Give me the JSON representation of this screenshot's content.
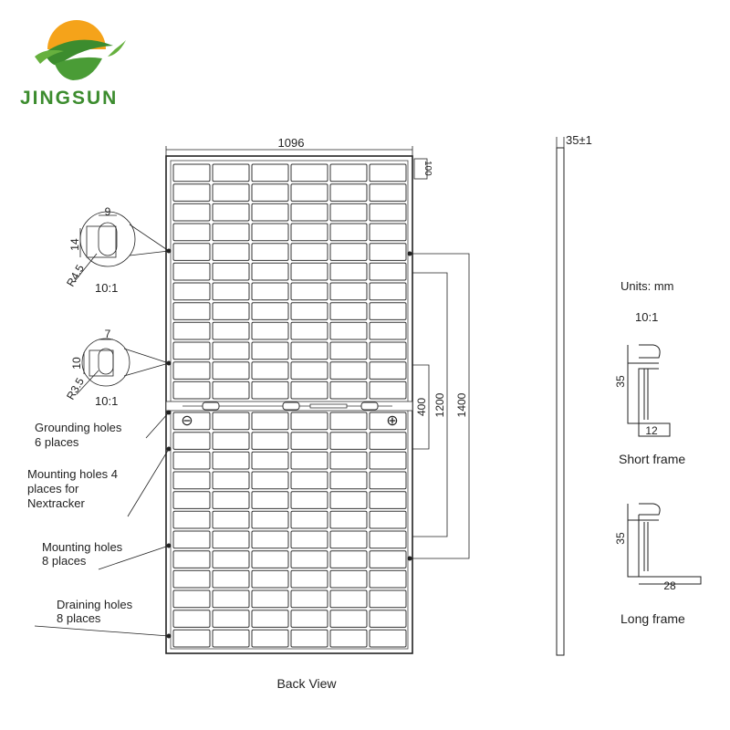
{
  "logo": {
    "brand": "JINGSUN",
    "icon": "sun-leaf-logo",
    "colors": {
      "sun": "#f5a31a",
      "leaf": "#3c8c2e"
    }
  },
  "diagram": {
    "width_label": "1096",
    "corner_label": "100",
    "thickness_label": "35±1",
    "dim_400": "400",
    "dim_1200": "1200",
    "dim_1400": "1400",
    "detail1": {
      "w": "9",
      "h": "14",
      "r": "R4.5",
      "scale": "10:1"
    },
    "detail2": {
      "w": "7",
      "h": "10",
      "r": "R3.5",
      "scale": "10:1"
    },
    "callouts": {
      "grounding_1": "Grounding holes",
      "grounding_2": "6 places",
      "mount_nx_1": "Mounting holes 4",
      "mount_nx_2": "places for",
      "mount_nx_3": "Nextracker",
      "mount_1": "Mounting holes",
      "mount_2": "8 places",
      "drain_1": "Draining holes",
      "drain_2": "8 places"
    },
    "minus_symbol": "⊖",
    "plus_symbol": "⊕",
    "units": "Units: mm",
    "frame_scale": "10:1",
    "short_frame": {
      "height": "35",
      "width": "12",
      "label": "Short frame"
    },
    "long_frame": {
      "height": "35",
      "width": "28",
      "label": "Long frame"
    },
    "view_label": "Back View"
  }
}
